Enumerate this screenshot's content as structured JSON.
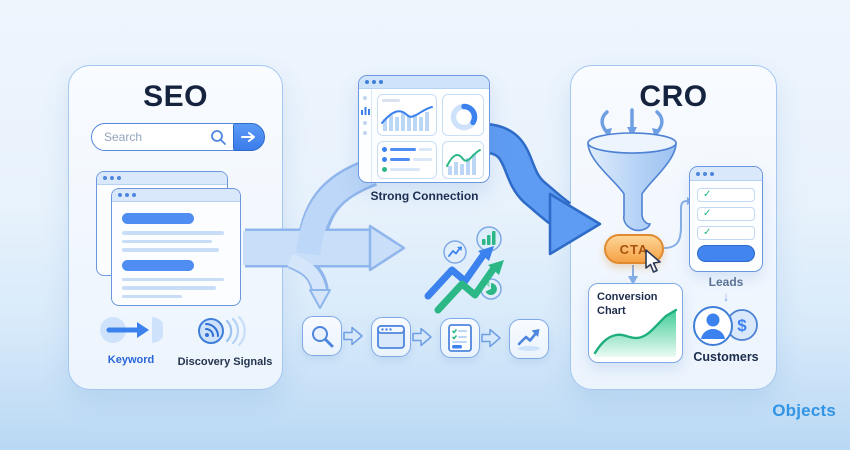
{
  "seo_card": {
    "title": "SEO",
    "search_placeholder": "Search",
    "keyword_label": "Keyword",
    "discovery_label": "Discovery Signals"
  },
  "middle": {
    "strong_connection_label": "Strong Connection",
    "process_steps": [
      "search",
      "browser-page",
      "checklist-content",
      "growth-chart"
    ]
  },
  "cro_card": {
    "title": "CRO",
    "cta_label": "CTA",
    "conversion_chart_title": "Conversion Chart",
    "leads_label": "Leads",
    "customers_label": "Customers",
    "dollar_symbol": "$"
  },
  "icons": {
    "check_glyph": "✓",
    "down_arrow_glyph": "↓",
    "names": [
      "magnifier-icon",
      "arrow-right-icon",
      "keyword-icon",
      "discovery-signals-icon",
      "funnel-icon",
      "cursor-icon",
      "person-icon",
      "dollar-icon",
      "bar-chart-badge",
      "line-chart-badge",
      "pie-chart-badge"
    ]
  },
  "brand": {
    "logo_text": "Objects"
  },
  "colors": {
    "accent_blue": "#3b82ef",
    "strong_arrow_fill": "#5e9bf2",
    "strong_arrow_border": "#2e6bc8",
    "light_ribbon_fill": "#c9def9",
    "light_ribbon_border": "#8fb6ec",
    "green": "#2bb886",
    "cta_orange": "#f6a246",
    "navy_text": "#15233f",
    "background_top": "#eef5fd",
    "background_bottom": "#b9d8f4"
  }
}
